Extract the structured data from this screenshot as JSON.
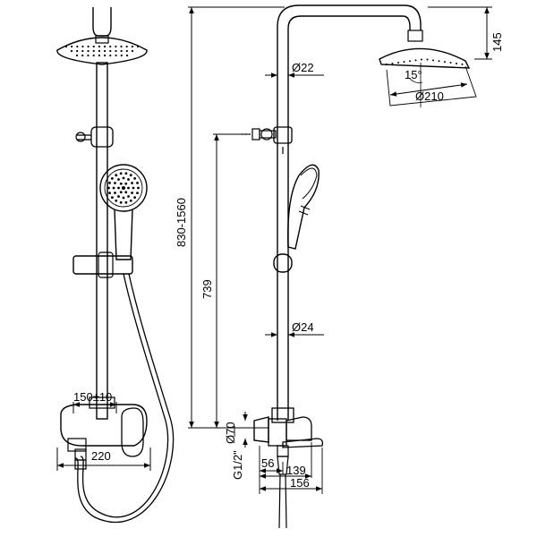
{
  "diagram": {
    "type": "technical-drawing",
    "subject": "shower-system",
    "line_color": "#000000",
    "background": "#ffffff",
    "dimensions": {
      "head_height": "145",
      "tilt_angle": "15°",
      "head_diameter": "Ø210",
      "upper_pipe_diameter": "Ø22",
      "lower_pipe_diameter": "Ø24",
      "total_height": "830-1560",
      "mixer_to_holder": "739",
      "inlet_spacing": "150±10",
      "mixer_width": "220",
      "inlet_diameter": "Ø70",
      "inlet_thread": "G1/2\"",
      "depth_56": "56",
      "depth_139": "139",
      "depth_156": "156"
    }
  }
}
